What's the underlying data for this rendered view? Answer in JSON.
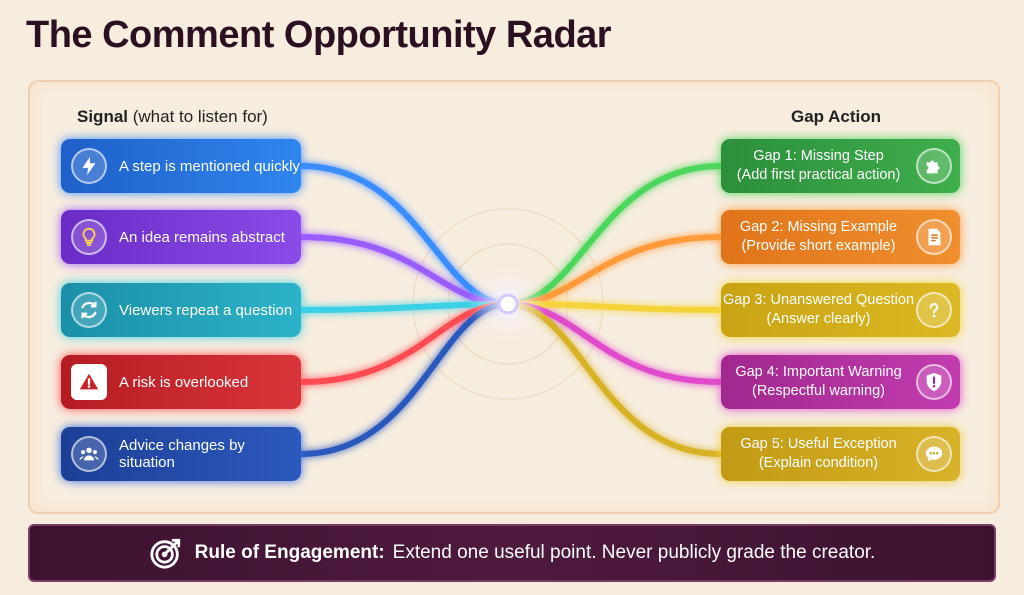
{
  "title": "The Comment Opportunity Radar",
  "left_header": {
    "bold": "Signal",
    "rest": " (what to listen for)"
  },
  "right_header": "Gap Action",
  "signals": [
    {
      "label": "A step is mentioned quickly",
      "icon": "lightning-icon",
      "color": "#2f86ee"
    },
    {
      "label": "An idea remains abstract",
      "icon": "lightbulb-icon",
      "color": "#9a5cff"
    },
    {
      "label": "Viewers repeat a question",
      "icon": "refresh-icon",
      "color": "#3bd0e6"
    },
    {
      "label": "A risk is overlooked",
      "icon": "warning-icon",
      "color": "#ff4c52"
    },
    {
      "label": "Advice changes by situation",
      "icon": "people-icon",
      "color": "#3b6de0"
    }
  ],
  "actions": [
    {
      "line1": "Gap 1: Missing Step",
      "line2": "(Add first practical action)",
      "icon": "puzzle-icon",
      "color": "#4dd65d"
    },
    {
      "line1": "Gap 2: Missing Example",
      "line2": "(Provide short example)",
      "icon": "document-icon",
      "color": "#ff9a3a"
    },
    {
      "line1": "Gap 3: Unanswered Question",
      "line2": "(Answer clearly)",
      "icon": "question-icon",
      "color": "#f5d43a"
    },
    {
      "line1": "Gap 4: Important Warning",
      "line2": "(Respectful warning)",
      "icon": "shield-icon",
      "color": "#e04ccc"
    },
    {
      "line1": "Gap 5: Useful Exception",
      "line2": "(Explain condition)",
      "icon": "chat-bubble-icon",
      "color": "#f0ca3a"
    }
  ],
  "rule": {
    "label": "Rule of Engagement:",
    "text": "Extend one useful point. Never publicly grade the creator.",
    "icon": "target-icon"
  }
}
